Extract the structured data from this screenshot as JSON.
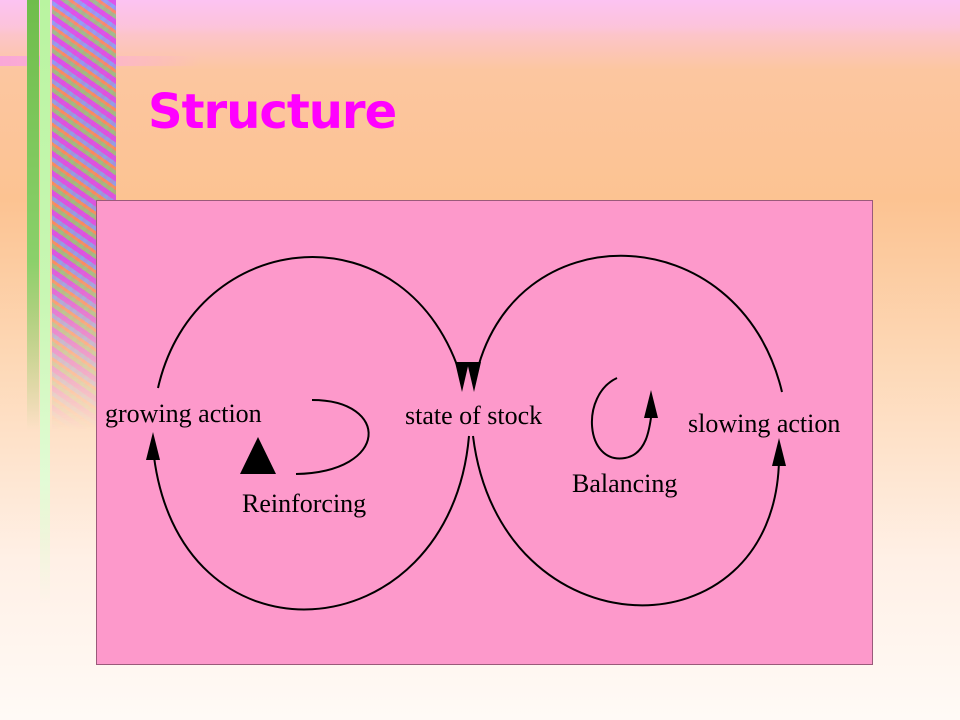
{
  "slide": {
    "title": "Structure"
  },
  "diagram": {
    "nodes": {
      "growing": "growing action",
      "state": "state of stock",
      "slowing": "slowing action"
    },
    "loops": {
      "reinforcing": "Reinforcing",
      "balancing": "Balancing"
    }
  }
}
